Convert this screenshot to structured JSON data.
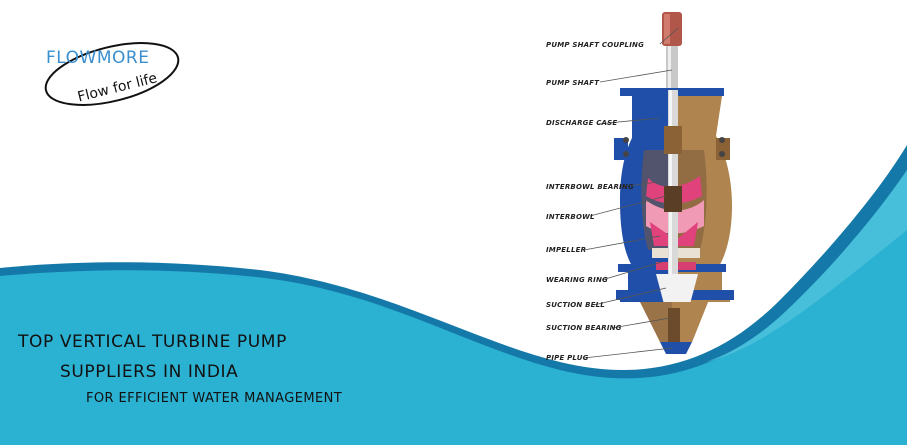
{
  "logo": {
    "name": "FLOWMORE",
    "tagline": "Flow for life",
    "color": "#3a8fcf"
  },
  "headline": {
    "line1": "TOP VERTICAL TURBINE PUMP",
    "line2": "SUPPLIERS IN INDIA",
    "subline": "FOR EFFICIENT WATER MANAGEMENT"
  },
  "diagram_labels": [
    "PUMP SHAFT COUPLING",
    "PUMP SHAFT",
    "DISCHARGE CASE",
    "INTERBOWL BEARING",
    "INTERBOWL",
    "IMPELLER",
    "WEARING RING",
    "SUCTION BELL",
    "SUCTION BEARING",
    "PIPE PLUG"
  ],
  "colors": {
    "wave_light": "#2bb1d1",
    "wave_dark": "#1479a8",
    "casing_blue": "#1f4fa8",
    "bronze": "#b0844f",
    "impeller_pink": "#e0427c"
  }
}
